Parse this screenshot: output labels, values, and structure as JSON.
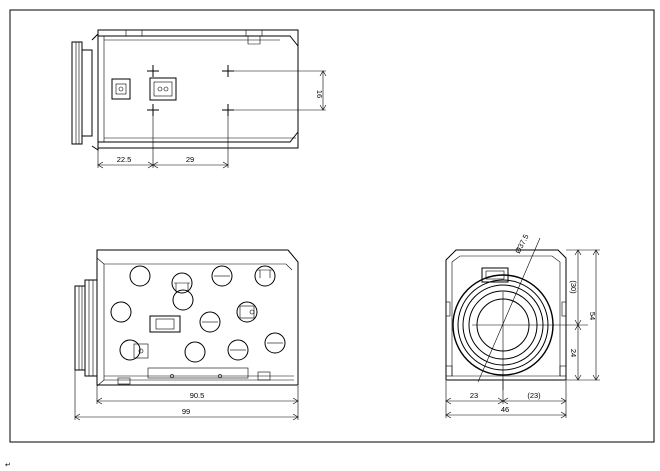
{
  "dimensions": {
    "top_left_offset": "22.5",
    "top_hole_pitch": "29",
    "top_vertical": "16",
    "side_inner_length": "90.5",
    "side_total_length": "99",
    "front_diameter": "Ø37.5",
    "front_upper": "(30)",
    "front_total_height": "54",
    "front_lower": "24",
    "front_left_width": "23",
    "front_right_width": "(23)",
    "front_total_width": "46"
  },
  "footer_mark": "↵"
}
